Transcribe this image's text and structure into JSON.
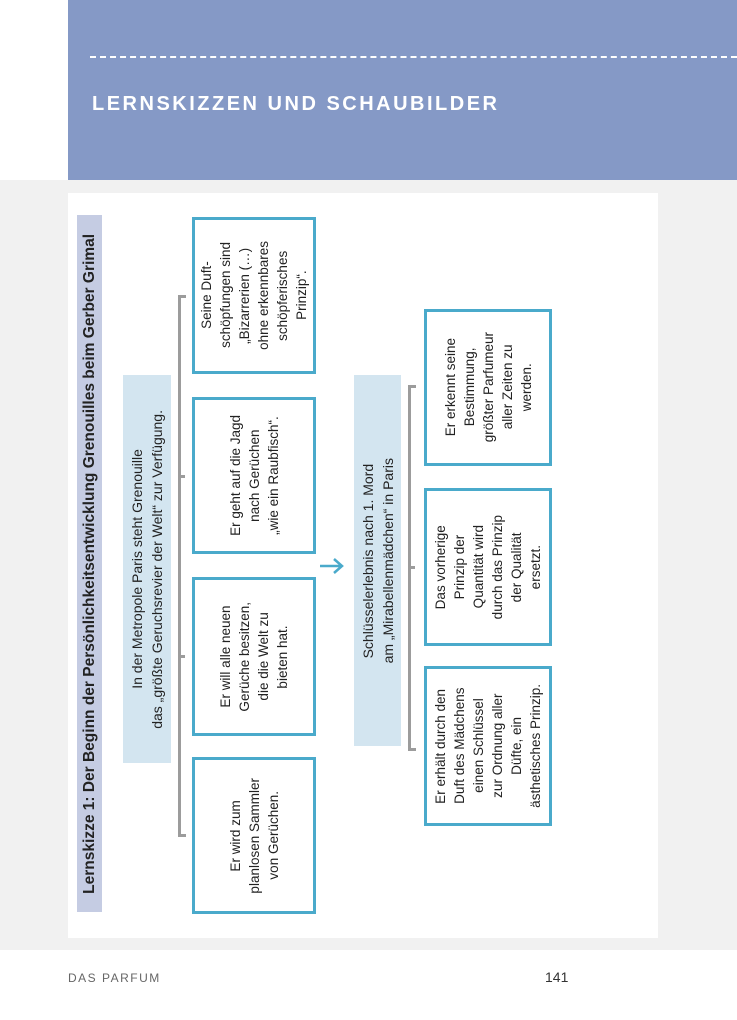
{
  "header": {
    "title": "LERNSKIZZEN UND SCHAUBILDER"
  },
  "sketch": {
    "title": "Lernskizze 1: Der Beginn der Persönlichkeitsentwicklung Grenouilles beim Gerber Grimal",
    "label1": "In der Metropole Paris steht Grenouille\ndas „größte Geruchsrevier der Welt“ zur Verfügung.",
    "top_boxes": [
      "Er wird zum\nplanlosen Sammler\nvon Gerüchen.",
      "Er will alle neuen\nGerüche besitzen,\ndie die Welt zu\nbieten hat.",
      "Er geht auf die Jagd\nnach Gerüchen\n„wie ein Raubfisch“.",
      "Seine Duft-\nschöpfungen sind\n„Bizarrerien (…)\nohne erkennbares\nschöpferisches\nPrinzip“."
    ],
    "arrow_icon": "arrow-right-icon",
    "label2": "Schlüsselerlebnis nach 1. Mord\nam „Mirabellenmädchen“ in Paris",
    "bottom_boxes": [
      "Er erhält durch den\nDuft des Mädchens\neinen Schlüssel\nzur Ordnung aller\nDüfte, ein\nästhetisches Prinzip.",
      "Das vorherige\nPrinzip der\nQuantität wird\ndurch das Prinzip\nder Qualität\nersetzt.",
      "Er erkennt seine\nBestimmung,\ngrößter Parfumeur\naller Zeiten zu\nwerden."
    ]
  },
  "footer": {
    "book": "DAS PARFUM",
    "page": "141"
  },
  "colors": {
    "header": "#8599c6",
    "box_border": "#4aaacb",
    "label_bg": "#d3e5f0",
    "title_bg": "#c5cce3"
  }
}
